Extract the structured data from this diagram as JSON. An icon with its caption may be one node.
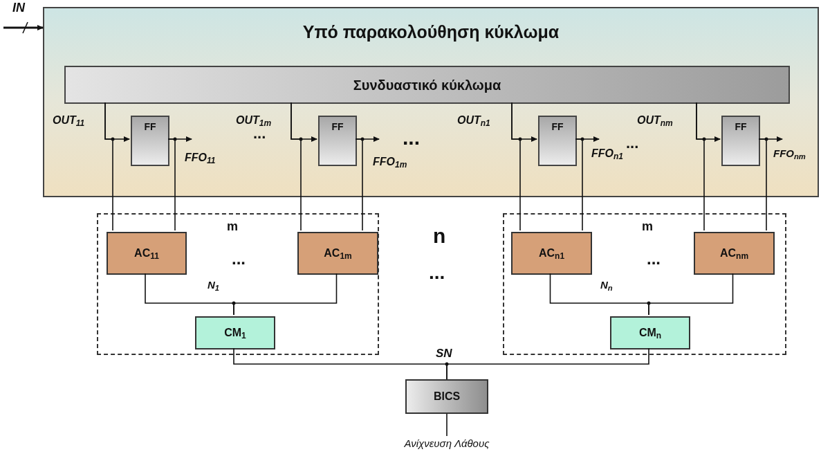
{
  "diagram": {
    "nodes": [
      {
        "text": [
          "Υπό παρακολούθηση κύκλωμα"
        ]
      },
      {
        "text": [
          "Συνδυαστικό κύκλωμα"
        ],
        "in": 0
      },
      {
        "text": [
          "FF"
        ],
        "in": 0
      },
      {
        "text": [
          "FF"
        ],
        "in": 0
      },
      {
        "text": [
          "FF"
        ],
        "in": 0
      },
      {
        "text": [
          "FF"
        ],
        "in": 0
      },
      {
        "text": [],
        "shape": "box"
      },
      {
        "text": [
          "AC$_{11}$"
        ],
        "in": 6
      },
      {
        "text": [
          "AC$_{1m}$"
        ],
        "in": 6
      },
      {
        "text": [
          "CM$_{1}$"
        ],
        "in": 6
      },
      {
        "text": [],
        "shape": "box"
      },
      {
        "text": [
          "AC$_{n1}$"
        ],
        "in": 10
      },
      {
        "text": [
          "AC$_{nm}$"
        ],
        "in": 10
      },
      {
        "text": [
          "CM$_{n}$"
        ],
        "in": 10
      },
      {
        "text": [
          "BICS"
        ]
      },
      {
        "text": [
          "Ανίχνευση Λάθους"
        ]
      }
    ],
    "edges": [
      {
        "from": null,
        "to": 0,
        "arrow": "to",
        "label": "IN"
      },
      {
        "from": 1,
        "to": 2,
        "arrow": "to",
        "label": "OUT$_{11}$"
      },
      {
        "from": 2,
        "to": null,
        "arrow": "to",
        "label": "FFO$_{11}$"
      },
      {
        "from": 1,
        "to": 7,
        "arrow": "none"
      },
      {
        "from": 2,
        "to": 7,
        "arrow": "none"
      },
      {
        "from": 1,
        "to": 3,
        "arrow": "to",
        "label": "OUT$_{1m}$"
      },
      {
        "from": 3,
        "to": null,
        "arrow": "to",
        "label": "FFO$_{1m}$"
      },
      {
        "from": 1,
        "to": 8,
        "arrow": "none"
      },
      {
        "from": 3,
        "to": 8,
        "arrow": "none"
      },
      {
        "from": 1,
        "to": 4,
        "arrow": "to",
        "label": "OUT$_{n1}$"
      },
      {
        "from": 4,
        "to": null,
        "arrow": "to",
        "label": "FFO$_{n1}$"
      },
      {
        "from": 1,
        "to": 11,
        "arrow": "none"
      },
      {
        "from": 4,
        "to": 11,
        "arrow": "none"
      },
      {
        "from": 1,
        "to": 5,
        "arrow": "to",
        "label": "OUT$_{nm}$"
      },
      {
        "from": 5,
        "to": null,
        "arrow": "to",
        "label": "FFO$_{nm}$"
      },
      {
        "from": 1,
        "to": 12,
        "arrow": "none"
      },
      {
        "from": 5,
        "to": 12,
        "arrow": "none"
      },
      {
        "from": 7,
        "to": 9,
        "arrow": "none",
        "label": "N$_{1}$"
      },
      {
        "from": 8,
        "to": 9,
        "arrow": "none"
      },
      {
        "from": 11,
        "to": 13,
        "arrow": "none",
        "label": "N$_{n}$"
      },
      {
        "from": 12,
        "to": 13,
        "arrow": "none"
      },
      {
        "from": 9,
        "to": 14,
        "arrow": "none",
        "label": "SN"
      },
      {
        "from": 13,
        "to": 14,
        "arrow": "none"
      },
      {
        "from": 14,
        "to": 15,
        "arrow": "none"
      }
    ],
    "labels": [
      "...",
      "...",
      "...",
      "m",
      "...",
      "n",
      "...",
      "m",
      "..."
    ]
  }
}
